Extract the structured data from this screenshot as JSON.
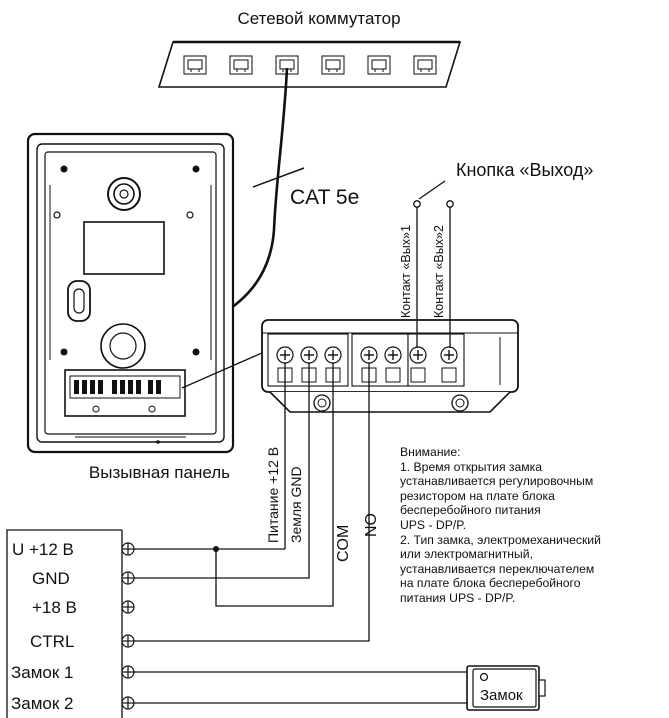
{
  "switch": {
    "label": "Сетевой коммутатор"
  },
  "cable": {
    "label": "CAT 5e"
  },
  "exit_button": {
    "label": "Кнопка «Выход»",
    "contact1": "Контакт «Вых»1",
    "contact2": "Контакт «Вых»2"
  },
  "panel": {
    "label": "Вызывная панель"
  },
  "wires": {
    "power": "Питание +12 В",
    "ground": "Земля GND",
    "com": "COM",
    "no": "NO"
  },
  "ups": {
    "terminals": [
      "U +12 В",
      "GND",
      "+18 В",
      "CTRL",
      "Замок 1",
      "Замок 2"
    ]
  },
  "lock": {
    "label": "Замок"
  },
  "note": {
    "lines": [
      "Внимание:",
      "1. Время открытия замка",
      "устанавливается регулировочным",
      "резистором на плате блока",
      "бесперебойного питания",
      "UPS - DP/P.",
      "2. Тип замка, электромеханический",
      "или электромагнитный,",
      "устанавливается переключателем",
      "на плате блока бесперебойного",
      "питания UPS - DP/P."
    ]
  }
}
